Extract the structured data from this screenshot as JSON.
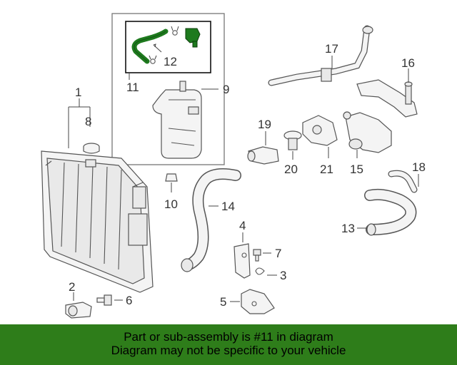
{
  "callouts": {
    "n1": "1",
    "n2": "2",
    "n3": "3",
    "n4": "4",
    "n5": "5",
    "n6": "6",
    "n7": "7",
    "n8": "8",
    "n9": "9",
    "n10": "10",
    "n11": "11",
    "n12": "12",
    "n13": "13",
    "n14": "14",
    "n15": "15",
    "n16": "16",
    "n17": "17",
    "n18": "18",
    "n19": "19",
    "n20": "20",
    "n21": "21"
  },
  "highlight_color": "#1e7a1e",
  "banner": {
    "line1": "Part or sub-assembly is #11 in diagram",
    "line2": "Diagram may not be specific to your vehicle",
    "background": "#2e7d1a"
  }
}
